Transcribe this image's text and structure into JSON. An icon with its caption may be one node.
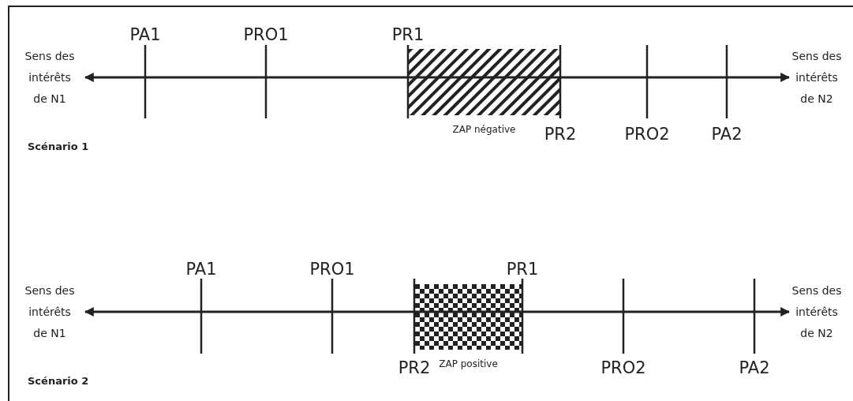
{
  "diagram": {
    "nodes": [
      {
        "text": [
          "ZAP négative"
        ]
      },
      {
        "text": [
          "ZAP positive"
        ]
      }
    ],
    "labels": [
      "PA1",
      "PRO1",
      "PR1",
      "Sens des intérêts de N1",
      "Sens des intérêts de N2",
      "PR2",
      "PRO2",
      "PA2",
      "Scénario 1",
      "PA1",
      "PRO1",
      "PR1",
      "Sens des intérêts de N1",
      "Sens des intérêts de N2",
      "PR2",
      "PRO2",
      "PA2",
      "Scénario 2"
    ]
  }
}
